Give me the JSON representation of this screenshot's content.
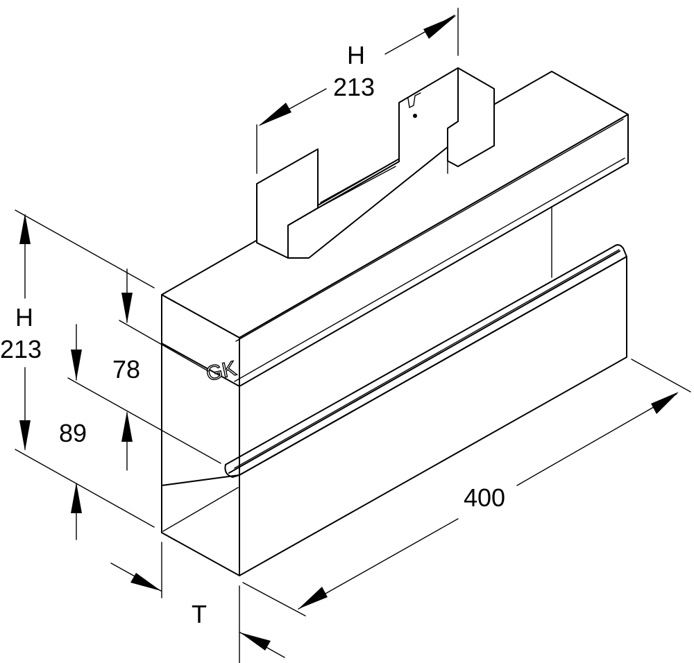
{
  "dimensions": {
    "top_letter": "H",
    "top_value": "213",
    "left_letter": "H",
    "left_value": "213",
    "upper_height": "78",
    "lower_height": "89",
    "length": "400",
    "depth_letter": "T"
  },
  "logo_text": "GK",
  "colors": {
    "line": "#000000",
    "background": "#ffffff"
  }
}
